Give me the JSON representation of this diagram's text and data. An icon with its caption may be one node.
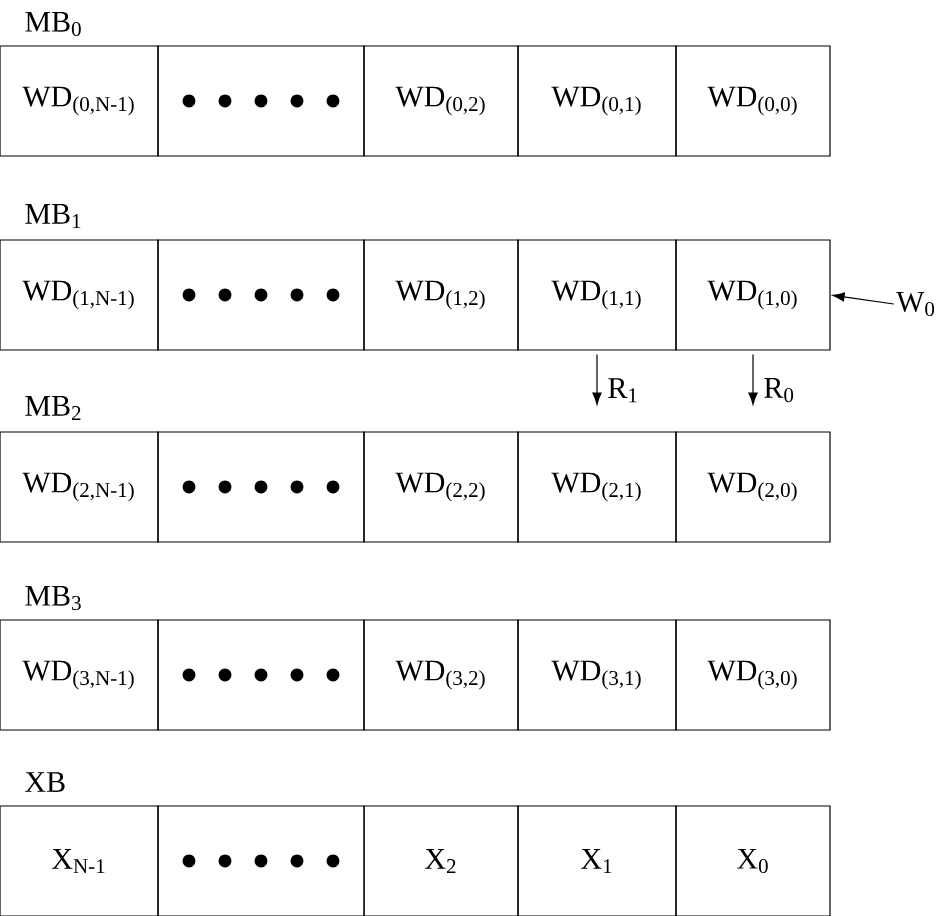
{
  "diagram": {
    "nodes": [
      {
        "text": [
          "WD$_{(0,N-1)}$"
        ]
      },
      {
        "text": [],
        "shape": "box"
      },
      {
        "text": [
          "WD$_{(0,2)}$"
        ]
      },
      {
        "text": [
          "WD$_{(0,1)}$"
        ]
      },
      {
        "text": [
          "WD$_{(0,0)}$"
        ]
      },
      {
        "text": [
          "WD$_{(1,N-1)}$"
        ]
      },
      {
        "text": [],
        "shape": "box"
      },
      {
        "text": [
          "WD$_{(1,2)}$"
        ]
      },
      {
        "text": [
          "WD$_{(1,1)}$"
        ]
      },
      {
        "text": [
          "WD$_{(1,0)}$"
        ]
      },
      {
        "text": [
          "WD$_{(2,N-1)}$"
        ]
      },
      {
        "text": [],
        "shape": "box"
      },
      {
        "text": [
          "WD$_{(2,2)}$"
        ]
      },
      {
        "text": [
          "WD$_{(2,1)}$"
        ]
      },
      {
        "text": [
          "WD$_{(2,0)}$"
        ]
      },
      {
        "text": [
          "WD$_{(3,N-1)}$"
        ]
      },
      {
        "text": [],
        "shape": "box"
      },
      {
        "text": [
          "WD$_{(3,2)}$"
        ]
      },
      {
        "text": [
          "WD$_{(3,1)}$"
        ]
      },
      {
        "text": [
          "WD$_{(3,0)}$"
        ]
      },
      {
        "text": [
          "X$_{N-1}$"
        ]
      },
      {
        "text": [],
        "shape": "box"
      },
      {
        "text": [
          "X$_{2}$"
        ]
      },
      {
        "text": [
          "X$_{1}$"
        ]
      },
      {
        "text": [
          "X$_{0}$"
        ]
      },
      {
        "text": [
          "W$_{0}$"
        ]
      }
    ],
    "edges": [
      {
        "from": 25,
        "to": 9,
        "arrow": "to"
      },
      {
        "from": 8,
        "to": null,
        "arrow": "to",
        "label": "R$_{1}$"
      },
      {
        "from": 9,
        "to": null,
        "arrow": "to",
        "label": "R$_{0}$"
      }
    ],
    "labels": [
      "MB$_{0}$",
      "MB$_{1}$",
      "MB$_{2}$",
      "MB$_{3}$",
      "XB"
    ]
  }
}
